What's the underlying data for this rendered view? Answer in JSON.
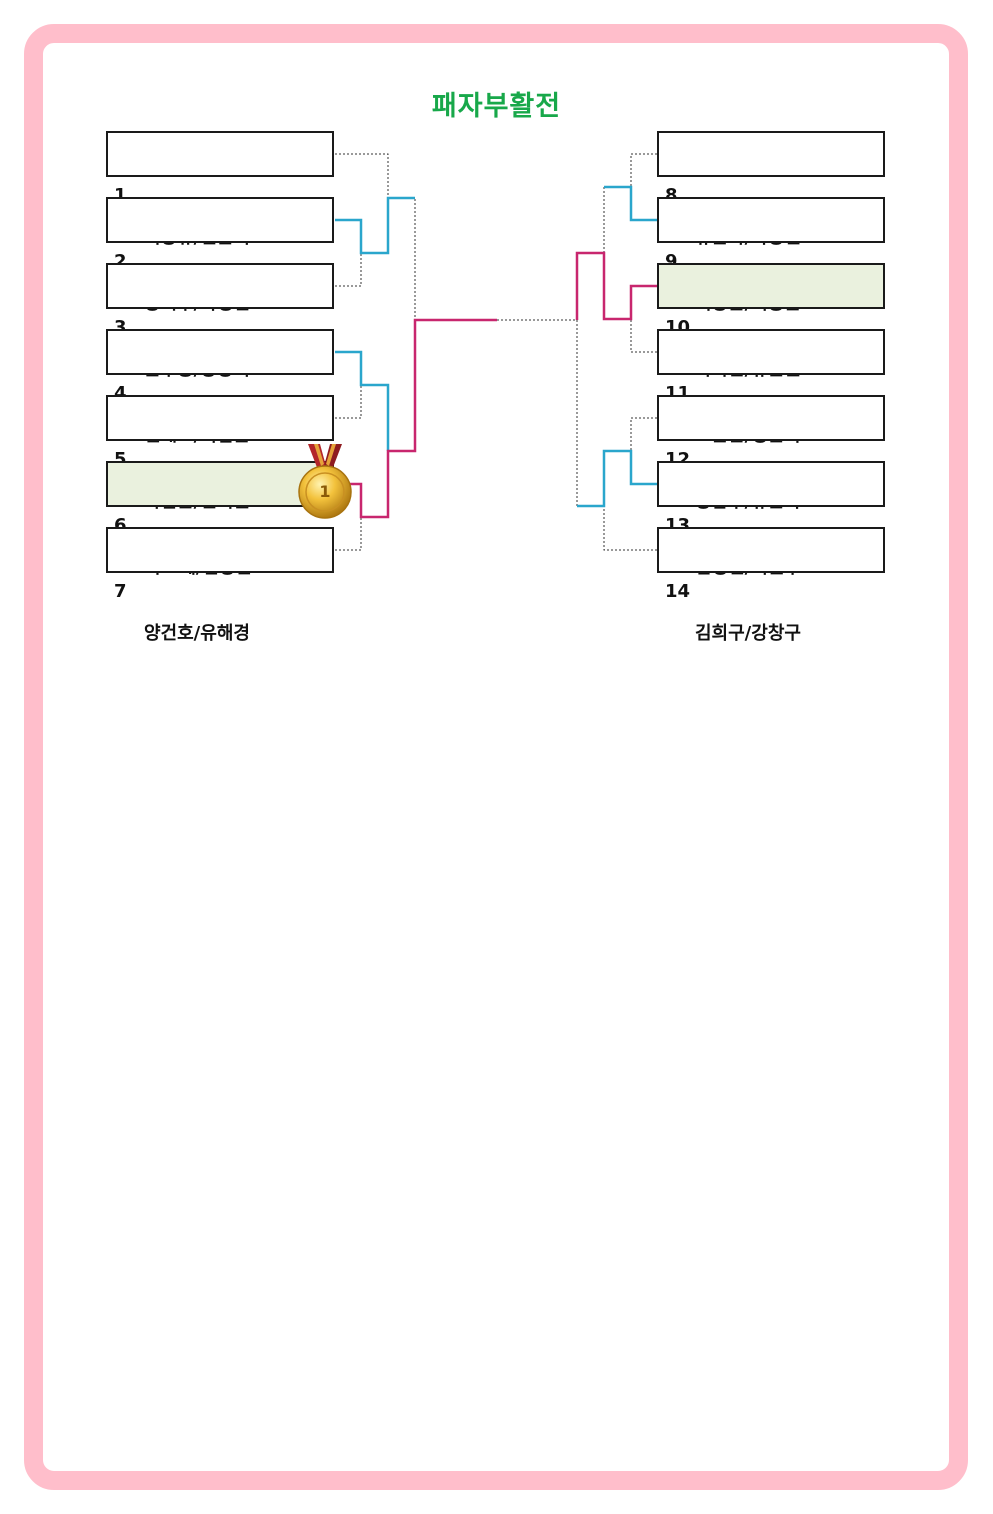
{
  "title": "패자부활전",
  "left_entries": [
    {
      "num": "1",
      "name": "이상규/진순이",
      "highlight": false
    },
    {
      "num": "2",
      "name": "장덕수/박영선",
      "highlight": false
    },
    {
      "num": "3",
      "name": "윤수용/양향미",
      "highlight": false
    },
    {
      "num": "4",
      "name": "신태노/이범준",
      "highlight": false
    },
    {
      "num": "5",
      "name": "박범순/인지원",
      "highlight": false
    },
    {
      "num": "6",
      "name": "이   례/김창환",
      "highlight": true
    },
    {
      "num": "7",
      "name": "양건호/유해경",
      "highlight": false
    }
  ],
  "right_entries": [
    {
      "num": "8",
      "name": "류춘화/박창신",
      "highlight": false
    },
    {
      "num": "9",
      "name": "이상문/이종순",
      "highlight": false
    },
    {
      "num": "10",
      "name": "박복만/유춘원",
      "highlight": true
    },
    {
      "num": "11",
      "name": "오문완/정은숙",
      "highlight": false
    },
    {
      "num": "12",
      "name": "장갑수/류춘화",
      "highlight": false
    },
    {
      "num": "13",
      "name": "김정헌/허원구",
      "highlight": false
    },
    {
      "num": "14",
      "name": "김희구/강창구",
      "highlight": false
    }
  ],
  "medal": {
    "label": "1",
    "icon": "gold-medal-icon"
  },
  "colors": {
    "frame": "#ffbecb",
    "title": "#18a84a",
    "win_blue": "#2aa6cc",
    "win_magenta": "#c8266e",
    "highlight_bg": "#eaf1de"
  }
}
